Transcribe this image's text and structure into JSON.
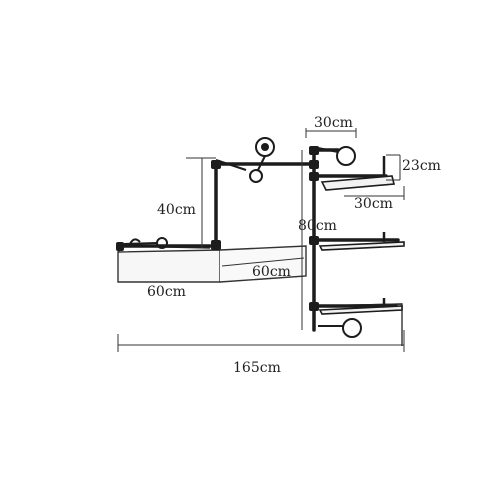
{
  "dimensions": {
    "top_valve_width": "30cm",
    "shelf_depth": "23cm",
    "shelf_width": "30cm",
    "upper_height": "40cm",
    "right_height": "80cm",
    "middle_width": "60cm",
    "left_width": "60cm",
    "total_width": "165cm"
  },
  "colors": {
    "pipe": "#1c1c1c",
    "line": "#333333",
    "shelf_fill": "#f2f2f2"
  }
}
